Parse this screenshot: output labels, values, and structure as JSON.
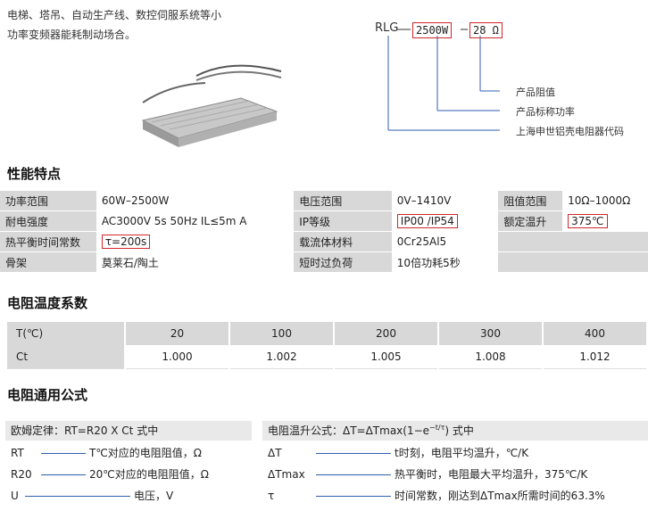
{
  "intro": {
    "line1": "电梯、塔吊、自动生产线、数控伺服系统等小",
    "line2": "功率变频器能耗制动场合。"
  },
  "code": {
    "prefix": "RLG",
    "power": "2500W",
    "resistance": "28 Ω",
    "desc_resistance": "产品阻值",
    "desc_power": "产品标称功率",
    "desc_company": "上海申世铝壳电阻器代码"
  },
  "spec_title": "性能特点",
  "spec_rows": [
    [
      {
        "k": "功率范围",
        "v": "60W–2500W"
      },
      {
        "k": "电压范围",
        "v": "0V–1410V"
      },
      {
        "k": "阻值范围",
        "v": "10Ω–1000Ω"
      }
    ],
    [
      {
        "k": "耐电强度",
        "v": "AC3000V  5s   50Hz  IL≤5m A"
      },
      {
        "k": "IP等级",
        "v": "IP00 /IP54"
      },
      {
        "k": "额定温升",
        "v": "375℃"
      }
    ],
    [
      {
        "k": "热平衡时间常数",
        "v": "τ=200s"
      },
      {
        "k": "载流体材料",
        "v": "0Cr25Al5"
      },
      {
        "k": "",
        "v": ""
      }
    ],
    [
      {
        "k": "骨架",
        "v": "莫莱石/陶土"
      },
      {
        "k": "短时过负荷",
        "v": "10倍功耗5秒"
      },
      {
        "k": "",
        "v": ""
      }
    ]
  ],
  "temp_title": "电阻温度系数",
  "temp": {
    "row_t_label": "T(℃)",
    "row_c_label": "Ct",
    "t_values": [
      "20",
      "100",
      "200",
      "300",
      "400"
    ],
    "c_values": [
      "1.000",
      "1.002",
      "1.005",
      "1.008",
      "1.012"
    ]
  },
  "formula_title": "电阻通用公式",
  "ohm": {
    "header": "欧姆定律：RT=R20 X Ct  式中",
    "rows": [
      {
        "sym": "RT",
        "desc": "T℃对应的电阻阻值，Ω"
      },
      {
        "sym": "R20",
        "desc": "20℃对应的电阻阻值，Ω"
      },
      {
        "sym": "U",
        "desc": "电压，V"
      }
    ]
  },
  "rise": {
    "header": "电阻温升公式：ΔT=ΔTmax(1−e",
    "header_sup": "−t/τ",
    "header_tail": ")  式中",
    "rows": [
      {
        "sym": "ΔT",
        "desc": "t时刻，电阻平均温升，℃/K"
      },
      {
        "sym": "ΔTmax",
        "desc": "热平衡时，电阻最大平均温升，375℃/K"
      },
      {
        "sym": "τ",
        "desc": "时间常数，刚达到ΔTmax所需时间的63.3%"
      }
    ]
  },
  "colors": {
    "highlight": "#d0262a",
    "table_key": "#d8d8d8",
    "lead_line": "#2f5fb0"
  }
}
